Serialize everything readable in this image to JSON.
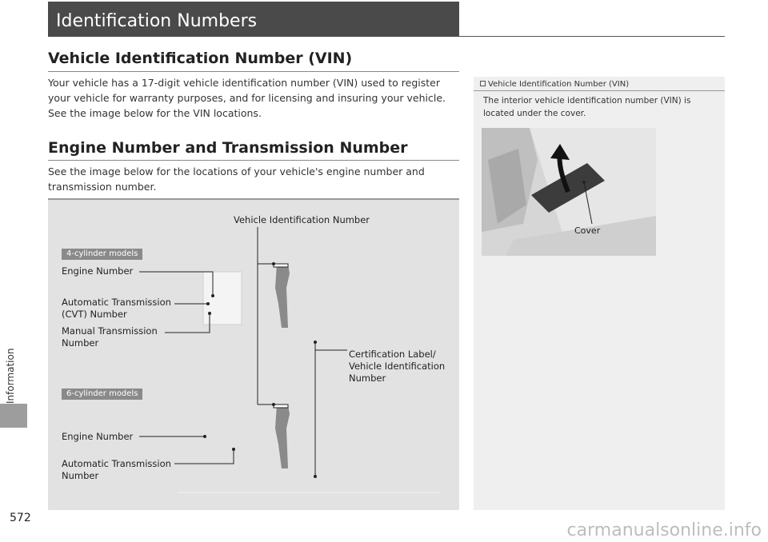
{
  "chapter_title": "Identification Numbers",
  "side_tab_label": "Information",
  "page_number": "572",
  "section_vin": {
    "heading": "Vehicle Identification Number (VIN)",
    "body": "Your vehicle has a 17-digit vehicle identification number (VIN) used to register your vehicle for warranty purposes, and for licensing and insuring your vehicle. See the image below for the VIN locations."
  },
  "section_engine": {
    "heading": "Engine Number and Transmission Number",
    "body": "See the image below for the locations of your vehicle's engine number and transmission number."
  },
  "figure": {
    "vin_label": "Vehicle Identification Number",
    "badge_4cyl": "4-cylinder models",
    "engine_number_4": "Engine Number",
    "auto_trans_cvt_line1": "Automatic Transmission",
    "auto_trans_cvt_line2": "(CVT) Number",
    "manual_trans_line1": "Manual Transmission",
    "manual_trans_line2": "Number",
    "cert_label_line1": "Certification Label/",
    "cert_label_line2": "Vehicle Identification",
    "cert_label_line3": "Number",
    "badge_6cyl": "6-cylinder models",
    "engine_number_6": "Engine Number",
    "auto_trans_line1": "Automatic Transmission",
    "auto_trans_line2": "Number"
  },
  "sidebar": {
    "title": "Vehicle Identification Number (VIN)",
    "body": "The interior vehicle identification number (VIN) is located under the cover.",
    "cover_label": "Cover"
  },
  "watermark": "carmanualsonline.info"
}
